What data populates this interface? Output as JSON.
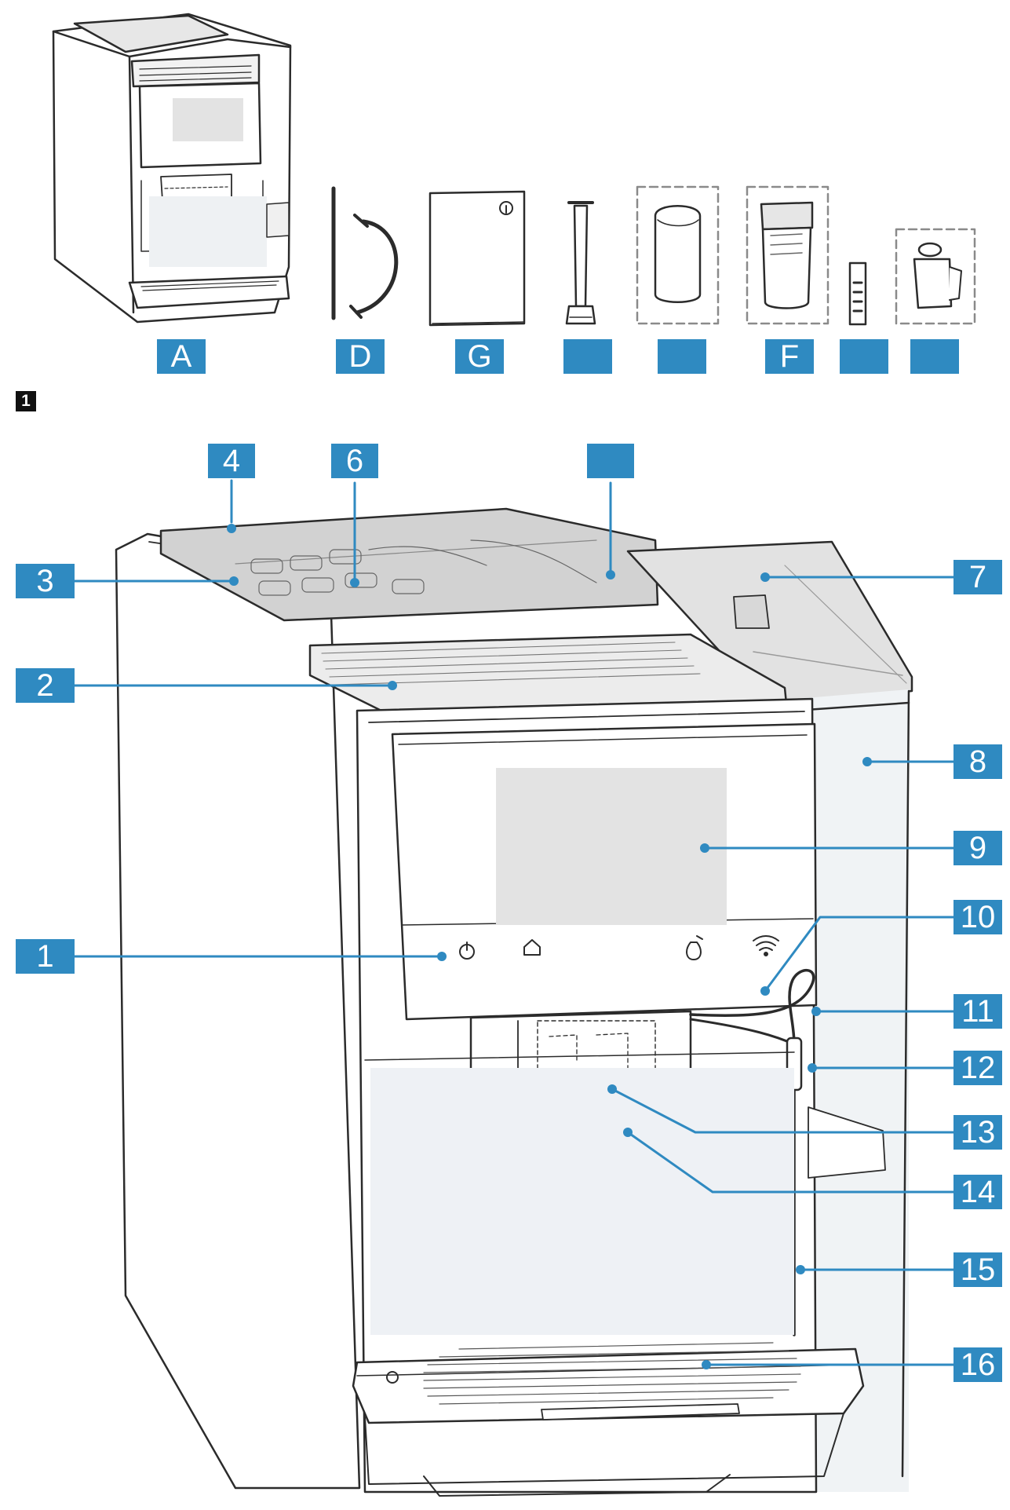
{
  "accent": "#2f8ac1",
  "figure": {
    "number": "1"
  },
  "accessory_labels": [
    {
      "id": "acc-a",
      "text": "A"
    },
    {
      "id": "acc-d",
      "text": "D"
    },
    {
      "id": "acc-g",
      "text": "G"
    },
    {
      "id": "acc-4",
      "text": ""
    },
    {
      "id": "acc-5",
      "text": ""
    },
    {
      "id": "acc-f",
      "text": "F"
    },
    {
      "id": "acc-7",
      "text": ""
    },
    {
      "id": "acc-8",
      "text": ""
    }
  ],
  "callouts": [
    {
      "id": "callout-4",
      "text": "4"
    },
    {
      "id": "callout-6",
      "text": "6"
    },
    {
      "id": "callout-5",
      "text": ""
    },
    {
      "id": "callout-3",
      "text": "3"
    },
    {
      "id": "callout-7",
      "text": "7"
    },
    {
      "id": "callout-2",
      "text": "2"
    },
    {
      "id": "callout-8",
      "text": "8"
    },
    {
      "id": "callout-9",
      "text": "9"
    },
    {
      "id": "callout-10",
      "text": "10"
    },
    {
      "id": "callout-1",
      "text": "1"
    },
    {
      "id": "callout-11",
      "text": "11"
    },
    {
      "id": "callout-12",
      "text": "12"
    },
    {
      "id": "callout-13",
      "text": "13"
    },
    {
      "id": "callout-14",
      "text": "14"
    },
    {
      "id": "callout-15",
      "text": "15"
    },
    {
      "id": "callout-16",
      "text": "16"
    }
  ],
  "icons": [
    "power-icon",
    "home-icon",
    "milk-icon",
    "wifi-icon",
    "info-icon"
  ]
}
